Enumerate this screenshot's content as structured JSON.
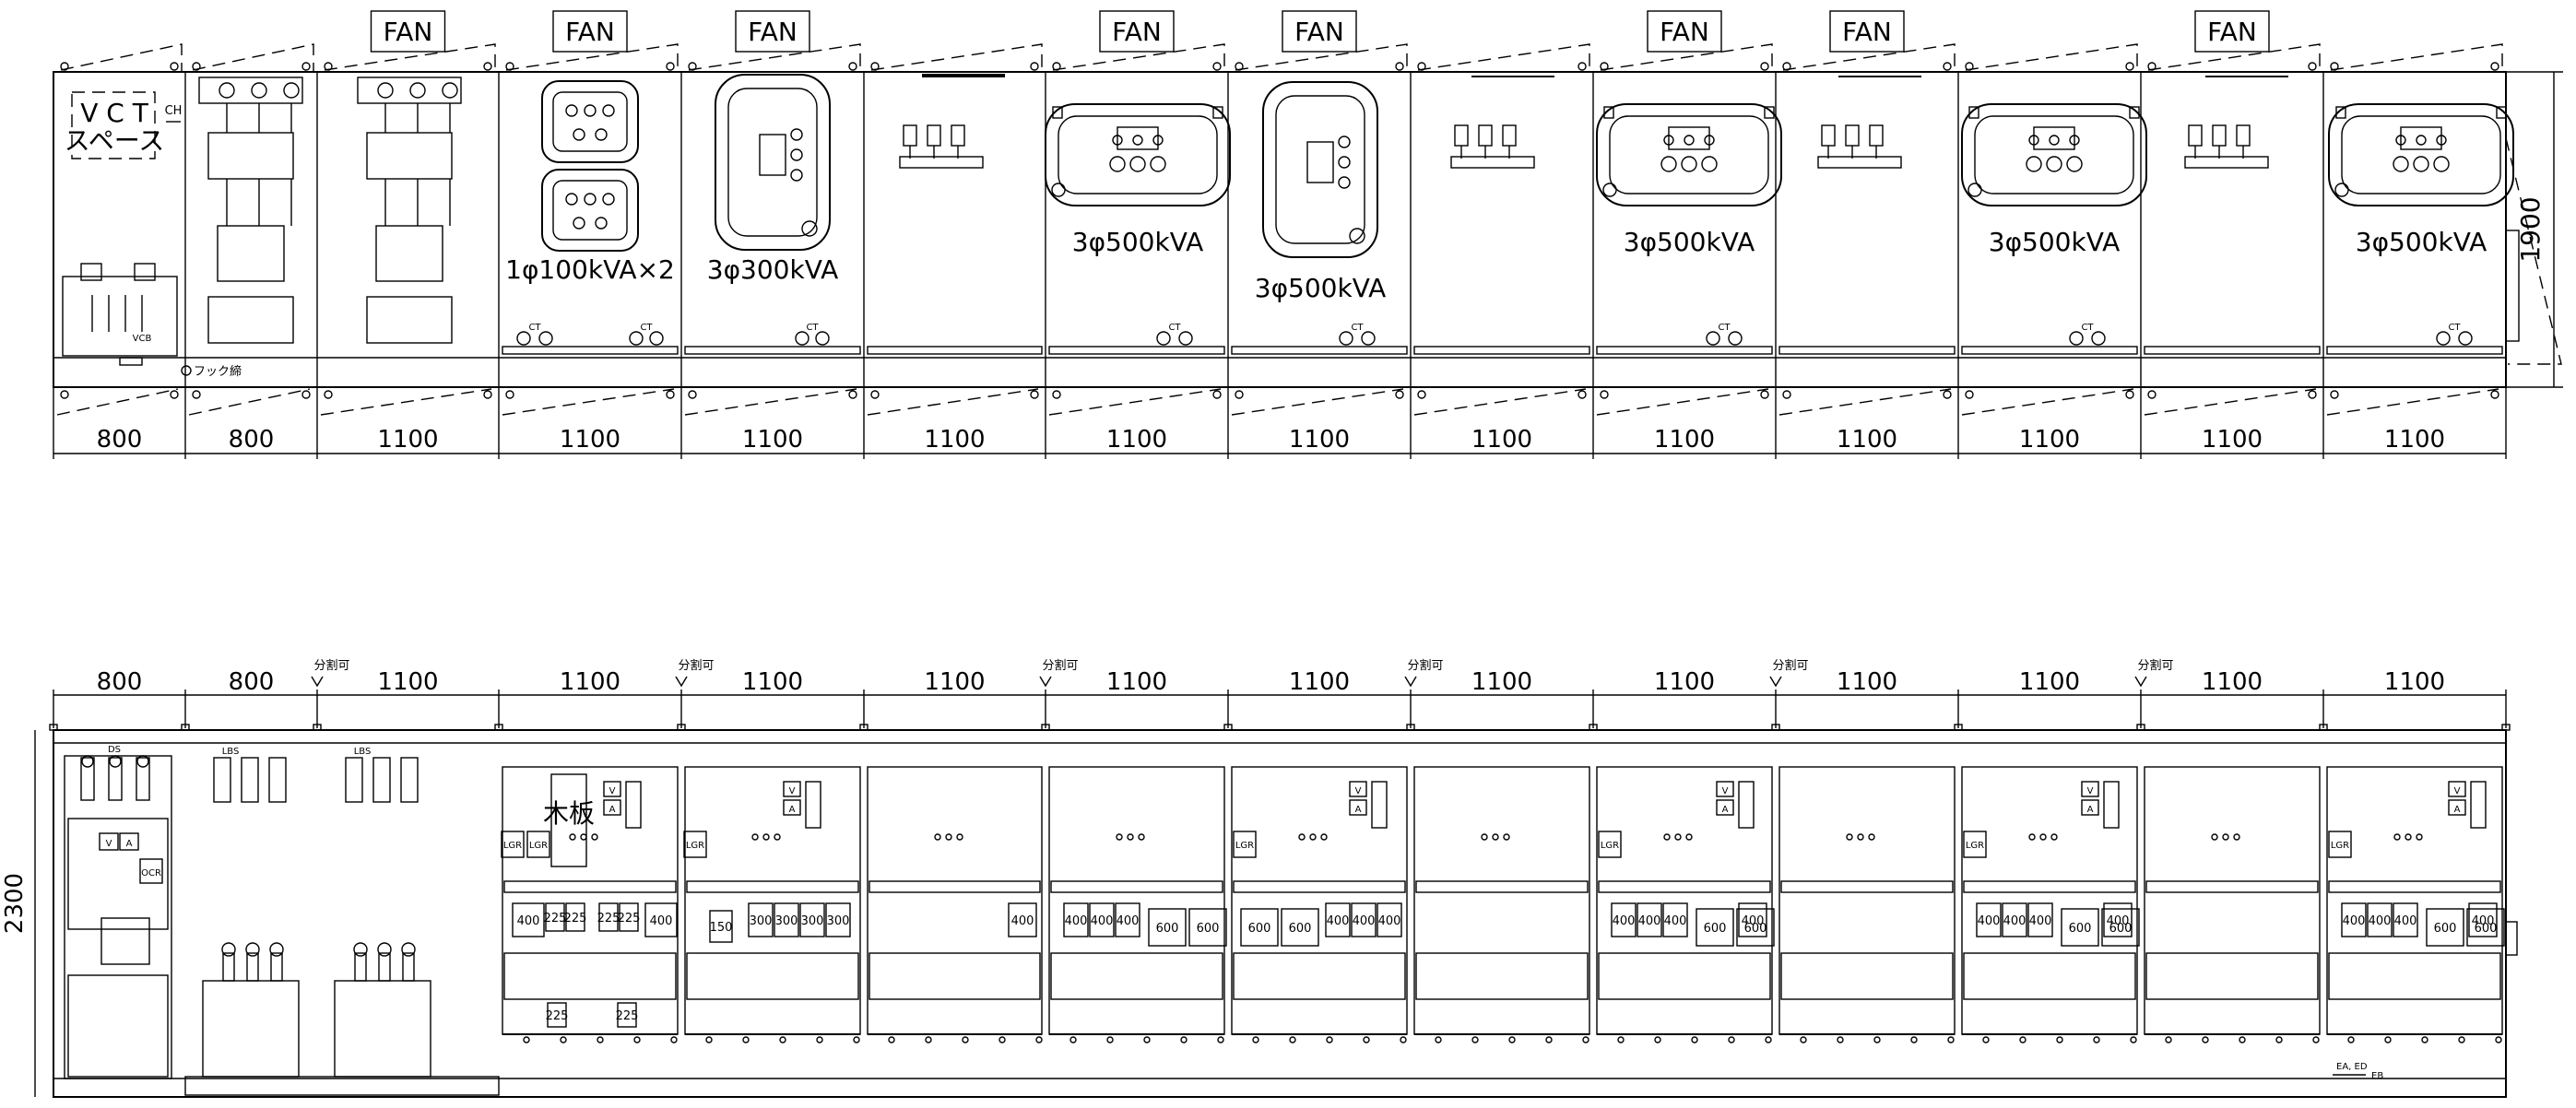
{
  "colors": {
    "ink": "#000000",
    "paper": "#ffffff"
  },
  "top_view": {
    "fan_label": "FAN",
    "vct_label_line1": "V C T",
    "vct_label_line2": "スペース",
    "ch_label": "CH",
    "vcb_label": "VCB",
    "hook_label": "フック締",
    "ct_label": "CT",
    "height_dim": "1900",
    "transformers": [
      "1φ100kVA×2",
      "3φ300kVA",
      "3φ500kVA",
      "3φ500kVA",
      "3φ500kVA",
      "3φ500kVA",
      "3φ500kVA"
    ],
    "widths": [
      "800",
      "800",
      "1100",
      "1100",
      "1100",
      "1100",
      "1100",
      "1100",
      "1100",
      "1100",
      "1100",
      "1100",
      "1100",
      "1100"
    ]
  },
  "front_view": {
    "widths": [
      "800",
      "800",
      "1100",
      "1100",
      "1100",
      "1100",
      "1100",
      "1100",
      "1100",
      "1100",
      "1100",
      "1100",
      "1100",
      "1100"
    ],
    "height_dim": "2300",
    "split_label": "分割可",
    "ds_label": "DS",
    "lbs_label": "LBS",
    "ocr_label": "OCR",
    "v_label": "V",
    "a_label": "A",
    "lgr_label": "LGR",
    "wood_label": "木板",
    "ea_label": "EA, ED",
    "eb_label": "EB",
    "breakers": {
      "p1": [
        "400",
        "225",
        "225",
        "225",
        "225",
        "400"
      ],
      "p1_low": [
        "225",
        "225"
      ],
      "p2": [
        "150",
        "300",
        "300",
        "300",
        "300"
      ],
      "p3": [
        "400"
      ],
      "p4": [
        "400",
        "400",
        "400",
        "600",
        "600"
      ],
      "p5": [
        "600",
        "600",
        "400",
        "400",
        "400"
      ]
    }
  }
}
